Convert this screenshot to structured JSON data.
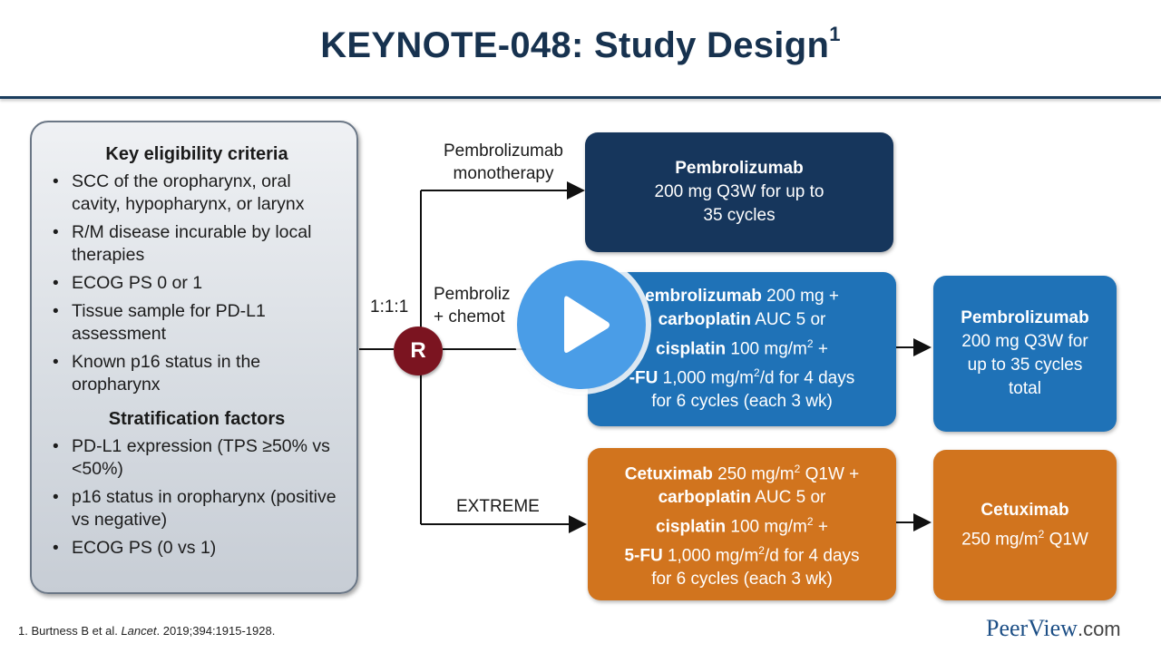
{
  "title": "KEYNOTE-048: Study Design",
  "title_superscript": "1",
  "eligibility": {
    "heading": "Key eligibility criteria",
    "items": [
      "SCC of the oropharynx, oral cavity, hypopharynx, or larynx",
      "R/M disease incurable by local therapies",
      "ECOG PS 0 or 1",
      "Tissue sample for PD-L1 assessment",
      "Known p16 status in the oropharynx"
    ]
  },
  "stratification": {
    "heading": "Stratification factors",
    "items": [
      "PD-L1 expression (TPS ≥50% vs <50%)",
      "p16 status in oropharynx (positive vs negative)",
      "ECOG PS (0 vs 1)"
    ]
  },
  "randomization": {
    "symbol": "R",
    "ratio": "1:1:1"
  },
  "arms": {
    "mono": {
      "label_line1": "Pembrolizumab",
      "label_line2": "monotherapy",
      "box_title": "Pembrolizumab",
      "box_line1": "200 mg Q3W for up to",
      "box_line2": "35 cycles"
    },
    "combo": {
      "label_line1": "Pembroliz",
      "label_line2": "+ chemot",
      "r1_bold": "embrolizumab",
      "r1_rest": " 200 mg +",
      "r2_bold": "carboplatin",
      "r2_rest": " AUC 5 or",
      "r3_bold": "cisplatin",
      "r3_rest": " 100 mg/m",
      "r3_sup": "2",
      "r3_tail": " +",
      "r4_bold": "-FU",
      "r4_rest": " 1,000 mg/m",
      "r4_sup": "2",
      "r4_tail": "/d for 4 days",
      "r5": "for 6 cycles (each 3 wk)",
      "maint_title": "Pembrolizumab",
      "maint_line1": "200 mg Q3W for",
      "maint_line2": "up to 35 cycles",
      "maint_line3": "total"
    },
    "extreme": {
      "label": "EXTREME",
      "r1_bold": "Cetuximab",
      "r1_rest": " 250 mg/m",
      "r1_sup": "2",
      "r1_tail": " Q1W +",
      "r2_bold": "carboplatin",
      "r2_rest": " AUC 5 or",
      "r3_bold": "cisplatin",
      "r3_rest": " 100 mg/m",
      "r3_sup": "2",
      "r3_tail": " +",
      "r4_bold": "5-FU",
      "r4_rest": " 1,000 mg/m",
      "r4_sup": "2",
      "r4_tail": "/d for 4 days",
      "r5": "for 6 cycles (each 3 wk)",
      "maint_title": "Cetuximab",
      "maint_line1a": "250 mg/m",
      "maint_line1_sup": "2",
      "maint_line1b": " Q1W"
    }
  },
  "footnote": {
    "prefix": "1. Burtness B et al. ",
    "journal": "Lancet",
    "suffix": ". 2019;394:1915-1928."
  },
  "logo": {
    "name": "PeerView",
    "domain": ".com"
  },
  "colors": {
    "title": "#17324f",
    "navy_box": "#16365c",
    "blue_box": "#1f72b7",
    "orange_box": "#d1741e",
    "randomization": "#7b1420",
    "play_button": "#4a9de7"
  },
  "icons": {
    "play": "play-icon"
  }
}
